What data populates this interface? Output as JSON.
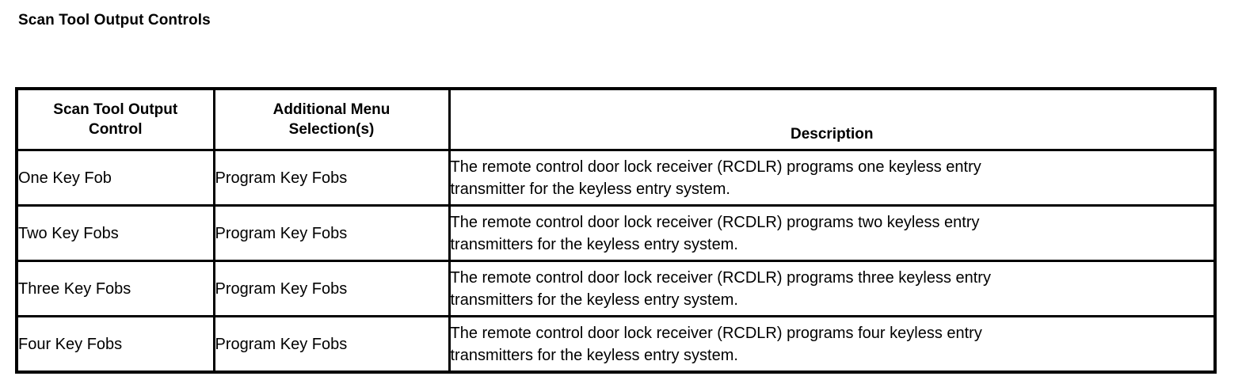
{
  "page": {
    "title": "Scan Tool Output Controls",
    "background_color": "#ffffff",
    "text_color": "#000000"
  },
  "table": {
    "columns": [
      {
        "key": "control",
        "header_line1": "Scan Tool Output",
        "header_line2": "Control"
      },
      {
        "key": "menu",
        "header_line1": "Additional Menu",
        "header_line2": "Selection(s)"
      },
      {
        "key": "description",
        "header_line1": "",
        "header_line2": "Description"
      }
    ],
    "headers": [
      "Scan Tool Output Control",
      "Additional Menu Selection(s)",
      "Description"
    ],
    "rows": [
      {
        "control": "One Key Fob",
        "menu": "Program Key Fobs",
        "description": "The remote control door lock receiver (RCDLR) programs one keyless entry transmitter for the keyless entry system.",
        "description_line1": "The remote control door lock receiver (RCDLR) programs one keyless entry",
        "description_line2": "transmitter for the keyless entry system."
      },
      {
        "control": "Two Key Fobs",
        "menu": "Program Key Fobs",
        "description": "The remote control door lock receiver (RCDLR) programs two keyless entry transmitters for the keyless entry system.",
        "description_line1": "The remote control door lock receiver (RCDLR) programs two keyless entry",
        "description_line2": "transmitters for the keyless entry system."
      },
      {
        "control": "Three Key Fobs",
        "menu": "Program Key Fobs",
        "description": "The remote control door lock receiver (RCDLR) programs three keyless entry transmitters for the keyless entry system.",
        "description_line1": "The remote control door lock receiver (RCDLR) programs three keyless entry",
        "description_line2": "transmitters for the keyless entry system."
      },
      {
        "control": "Four Key Fobs",
        "menu": "Program Key Fobs",
        "description": "The remote control door lock receiver (RCDLR) programs four keyless entry transmitters for the keyless entry system.",
        "description_line1": "The remote control door lock receiver (RCDLR) programs four keyless entry",
        "description_line2": "transmitters for the keyless entry system."
      }
    ]
  }
}
